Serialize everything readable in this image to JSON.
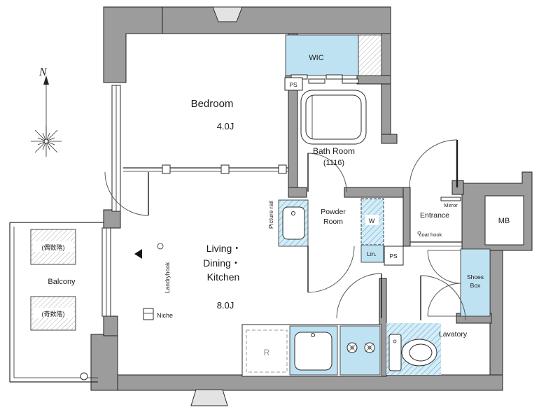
{
  "plan": {
    "colors": {
      "wall": "#9c9c9c",
      "highlight": "#bfe2f2",
      "hatch": "#86c6e0"
    },
    "labels": {
      "north": "N",
      "bedroom_name": "Bedroom",
      "bedroom_size": "4.0J",
      "wic": "WIC",
      "ps1": "PS",
      "ps2": "PS",
      "bath_name": "Bath Room",
      "bath_size": "(1116)",
      "powder_1": "Powder",
      "powder_2": "Room",
      "washer": "W",
      "linen": "Lin.",
      "entrance": "Entrance",
      "mirror": "Mirror",
      "coat_hook": "coat hook",
      "mb": "MB",
      "ldk_1": "Living・",
      "ldk_2": "Dining・",
      "ldk_3": "Kitchen",
      "ldk_size": "8.0J",
      "balcony": "Balcony",
      "balcony_even": "(偶数階)",
      "balcony_odd": "(奇数階)",
      "lavatory": "Lavatory",
      "shoes_1": "Shoes",
      "shoes_2": "Box",
      "niche": "Niche",
      "landry_hook": "Landryhook",
      "picture_rail": "Picture rail",
      "fridge": "R"
    }
  }
}
